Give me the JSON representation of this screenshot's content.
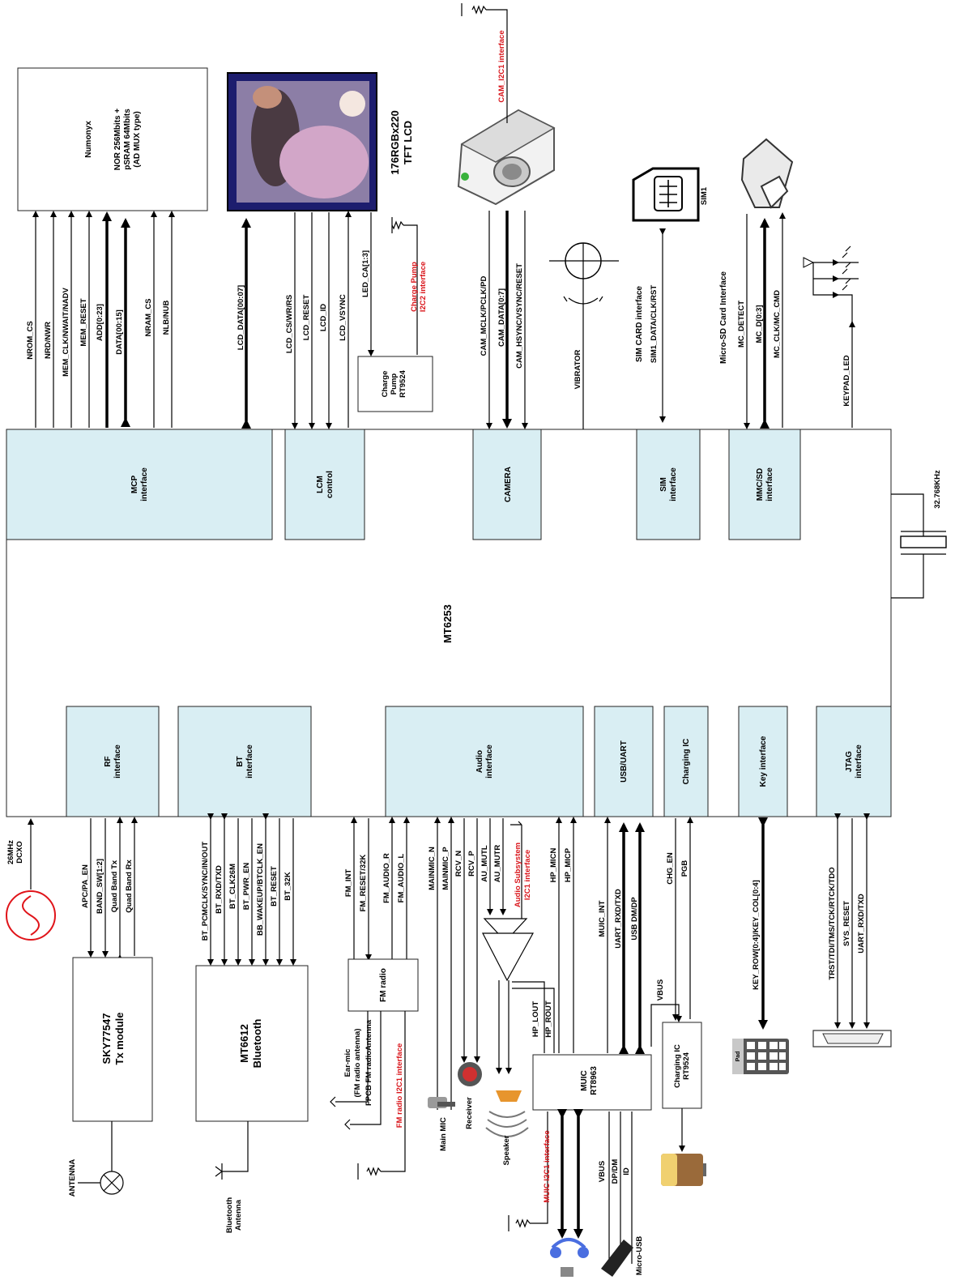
{
  "chip": {
    "name": "MT6253"
  },
  "top_blocks": {
    "mcp": [
      "MCP",
      "interface"
    ],
    "lcm": [
      "LCM",
      "control"
    ],
    "camera": "CAMERA",
    "sim": [
      "SIM",
      "interface"
    ],
    "mmc": [
      "MMC/SD",
      "interface"
    ]
  },
  "bottom_blocks": {
    "rf": [
      "RF",
      "interface"
    ],
    "bt": [
      "BT",
      "interface"
    ],
    "audio": [
      "Audio",
      "interface"
    ],
    "usb": "USB/UART",
    "charging": "Charging IC",
    "key": "Key interface",
    "jtag": [
      "JTAG",
      "interface"
    ]
  },
  "memory": {
    "vendor": "Numonyx",
    "desc": [
      "NOR 256Mbits +",
      "pSRAM 64Mbits",
      "(AD MUX type)"
    ]
  },
  "lcd": {
    "title": [
      "176RGBx220",
      "TFT LCD"
    ]
  },
  "charge_pump": {
    "name": [
      "Charge",
      "Pump",
      "RT9524"
    ],
    "iface": [
      "Charge Pump",
      "I2C2 interface"
    ]
  },
  "camera_iface": "CAM_I2C1 interface",
  "sim_card": {
    "label": "SIM1",
    "iface": "SIM CARD interface"
  },
  "microsd": {
    "iface": "Micro-SD Card Interface"
  },
  "crystal": "32.768KHz",
  "dcxo": [
    "26MHz",
    "DCXO"
  ],
  "signals": {
    "mcp": [
      "NROM_CS",
      "NRD/NWR",
      "MEM_CLK/NWAIT/NADV",
      "MEM_RESET",
      "ADD[0:23]",
      "DATA[00:15]",
      "NRAM_CS",
      "NLB/NUB"
    ],
    "lcd_data": "LCD_DATA[00:07]",
    "lcm": [
      "LCD_CS/WR/RS",
      "LCD_RESET",
      "LCD_ID",
      "LCD_VSYNC"
    ],
    "led": "LED_CA[1:3]",
    "camera": [
      "CAM_MCLK/PCLK/PD",
      "CAM_DATA[0:7]",
      "CAM_HSYNC/VSYNC/RESET"
    ],
    "vibrator": "VIBRATOR",
    "sim": "SIM1_DATA/CLK/RST",
    "mmc": [
      "MC_DETECT",
      "MC_D[0:3]",
      "MC_CLK/MC_CMD"
    ],
    "keypad_led": "KEYPAD_LED",
    "rf": [
      "APC/PA_EN",
      "BAND_SW[1:2]",
      "Quad Band Tx",
      "Quad Band Rx"
    ],
    "bt": [
      "BT_PCMCLK/SYNC/IN/OUT",
      "BT_RXD/TXD",
      "BT_CLK26M",
      "BT_PWR_EN",
      "BB_WAKEUP/BTCLK_EN",
      "BT_RESET",
      "BT_32K"
    ],
    "fm": [
      "FM_INT",
      "FM_RESET/32K",
      "FM_AUDIO_R",
      "FM_AUDIO_L"
    ],
    "audio": [
      "MAINMIC_N",
      "MAINMIC_P",
      "RCV_N",
      "RCV_P",
      "AU_MUTL",
      "AU_MUTR"
    ],
    "hp": [
      "HP_MICN",
      "HP_MICP"
    ],
    "hp_out": [
      "HP_LOUT",
      "HP_ROUT"
    ],
    "usb": [
      "MUIC_INT",
      "UART_RXD/TXD",
      "USB DM/DP"
    ],
    "vbus": "VBUS",
    "chg": [
      "CHG_EN",
      "PGB"
    ],
    "key": "KEY_ROW[0:4]/KEY_COL[0:4]",
    "jtag": [
      "TRST/TDI/TMS/TCK/RTCK/TDO",
      "SYS_RESET",
      "UART_RXD/TXD"
    ],
    "usb_conn": [
      "VBUS",
      "DP/DM",
      "ID"
    ]
  },
  "audio_subsystem": [
    "Audio Subsystem",
    "I2C1 interface"
  ],
  "tx_module": [
    "SKY77547",
    "Tx module"
  ],
  "antenna": "ANTENNA",
  "bluetooth": {
    "chip": [
      "MT6612",
      "Bluetooth"
    ],
    "antenna": [
      "Bluetooth",
      "Antenna"
    ]
  },
  "fm_radio": {
    "name": "FM radio",
    "antenna": [
      "Ear-mic",
      "(FM radio antenna)",
      "FPCB FM radioAntenna"
    ],
    "iface": "FM radio I2C1 interface"
  },
  "peripherals": {
    "main_mic": "Main MIC",
    "receiver": "Receiver",
    "speaker": "Speaker"
  },
  "muic": {
    "name": [
      "MUIC",
      "RT8963"
    ],
    "iface": "MUIC I2C1 interface",
    "usb": "Micro-USB"
  },
  "charging_ic": [
    "Charging IC",
    "RT9524"
  ],
  "keypad": "Pad",
  "colors": {
    "block_fill": "#d9eef3",
    "red_text": "#d9141a"
  }
}
